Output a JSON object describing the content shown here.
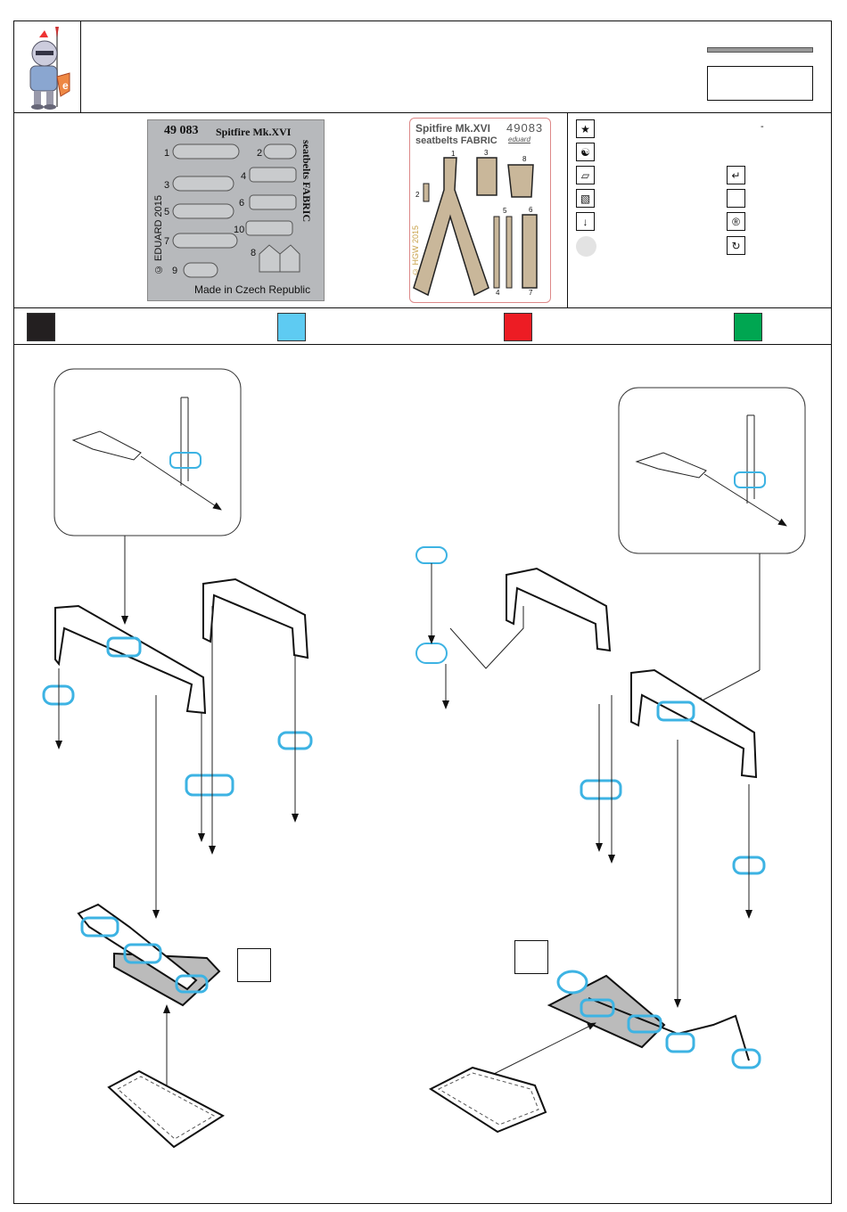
{
  "fret": {
    "code": "49 083",
    "title": "Spitfire Mk.XVI",
    "side": "seatbelts FABRIC",
    "copyright": "© EDUARD 2015",
    "made": "Made in Czech Republic",
    "part_numbers": [
      "1",
      "2",
      "3",
      "4",
      "5",
      "6",
      "7",
      "8",
      "9",
      "10"
    ]
  },
  "fabric_sheet": {
    "title": "Spitfire Mk.XVI",
    "subtitle": "seatbelts FABRIC",
    "code": "49083",
    "brand": "eduard",
    "copyright": "© HGW 2015",
    "part_numbers": [
      "1",
      "2",
      "3",
      "4",
      "5",
      "6",
      "7",
      "8"
    ]
  },
  "legend": {
    "dash": "-"
  },
  "colors": {
    "swatches": [
      "#231f20",
      "#5ecbf2",
      "#ed1c24",
      "#00a651"
    ],
    "photo_etch_blue": "#3db3e3",
    "fret_grey": "#b7b9bc"
  },
  "icons": {
    "header": "knight-mascot-logo",
    "legend_left": [
      "star-icon",
      "yin-yang-icon",
      "bend-icon",
      "scratch-icon",
      "drill-icon",
      "grey-circle-icon"
    ],
    "legend_right": [
      "return-arrow-icon",
      "blank-square-icon",
      "r-circle-icon",
      "rotate-icon"
    ]
  }
}
